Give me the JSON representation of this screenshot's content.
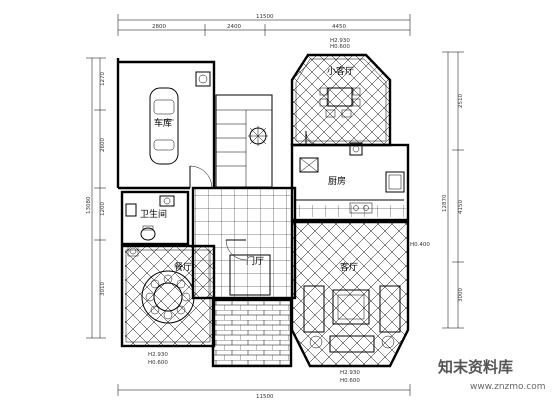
{
  "rooms": {
    "garage": "车库",
    "small_living": "小客厅",
    "kitchen": "厨房",
    "bathroom": "卫生间",
    "dining": "餐厅",
    "foyer": "门厅",
    "living": "客厅"
  },
  "dimensions": {
    "top_total": "11500",
    "top_left": "2800",
    "top_mid": "2400",
    "top_right": "4450",
    "left_1": "1270",
    "left_2": "2600",
    "left_3": "1200",
    "left_total": "13080",
    "left_4": "3010",
    "right_1": "2510",
    "right_total": "12870",
    "right_2": "4150",
    "right_3": "3000",
    "bottom_total": "11500",
    "small_living_height": "H2.930",
    "small_living_elev": "H0.600",
    "living_height": "H2.930",
    "living_elev": "H0.600",
    "dining_height": "H2.930",
    "dining_elev": "H0.600",
    "kitchen_elev": "H0.400"
  },
  "watermark": {
    "brand": "知末资料库",
    "url": "www.znzmo.com"
  }
}
